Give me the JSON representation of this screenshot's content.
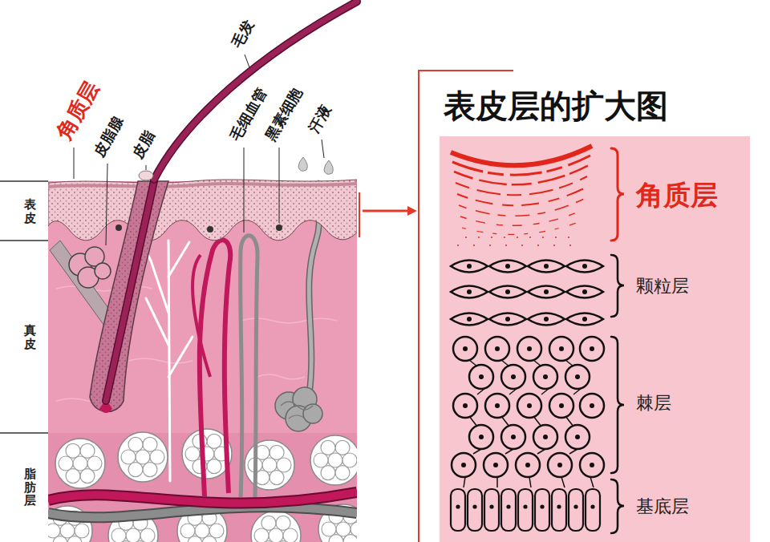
{
  "diagram": {
    "nodes": [
      {
        "text": [
          "表皮"
        ]
      },
      {
        "text": [
          "真皮"
        ]
      },
      {
        "text": [
          "脂肪层"
        ]
      },
      {
        "text": [
          "表皮层的扩大图"
        ]
      },
      {
        "text": [
          "角质层"
        ],
        "in": 3
      },
      {
        "text": [
          "颗粒层"
        ],
        "in": 3
      },
      {
        "text": [
          "棘层"
        ],
        "in": 3
      },
      {
        "text": [
          "基底层"
        ],
        "in": 3
      }
    ],
    "edges": [
      {
        "from": 0,
        "to": 3,
        "arrow": "to"
      }
    ],
    "labels": [
      "角质层",
      "皮脂腺",
      "皮脂",
      "毛发",
      "毛细血管",
      "黑素细胞",
      "汗液"
    ]
  }
}
